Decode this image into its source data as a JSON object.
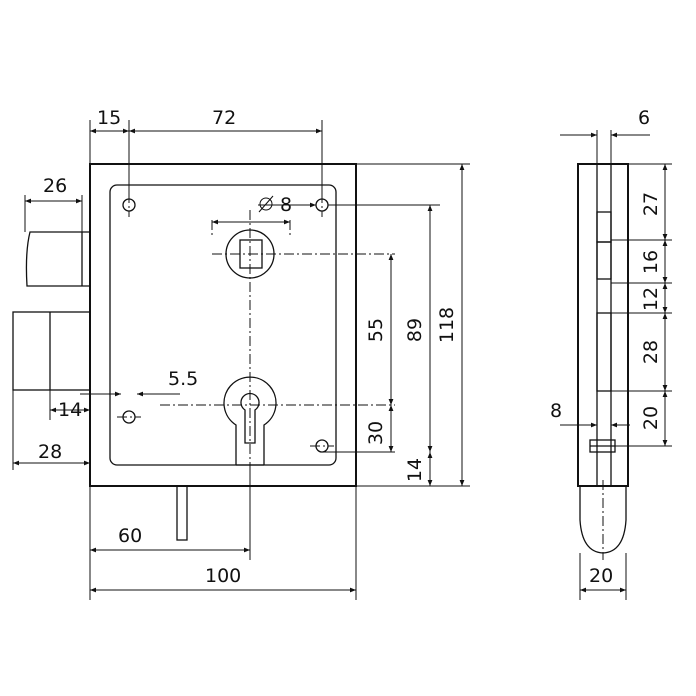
{
  "front_view": {
    "dims": {
      "d15": "15",
      "d72": "72",
      "d26": "26",
      "d_hole": "8",
      "d5_5": "5.5",
      "d14_left": "14",
      "d28_left": "28",
      "d55": "55",
      "d89": "89",
      "d118": "118",
      "d30": "30",
      "d14_right": "14",
      "d60": "60",
      "d100": "100"
    }
  },
  "side_view": {
    "dims": {
      "d6": "6",
      "d27": "27",
      "d16": "16",
      "d12": "12",
      "d28": "28",
      "d20_right": "20",
      "d8": "8",
      "d20_bottom": "20"
    }
  }
}
